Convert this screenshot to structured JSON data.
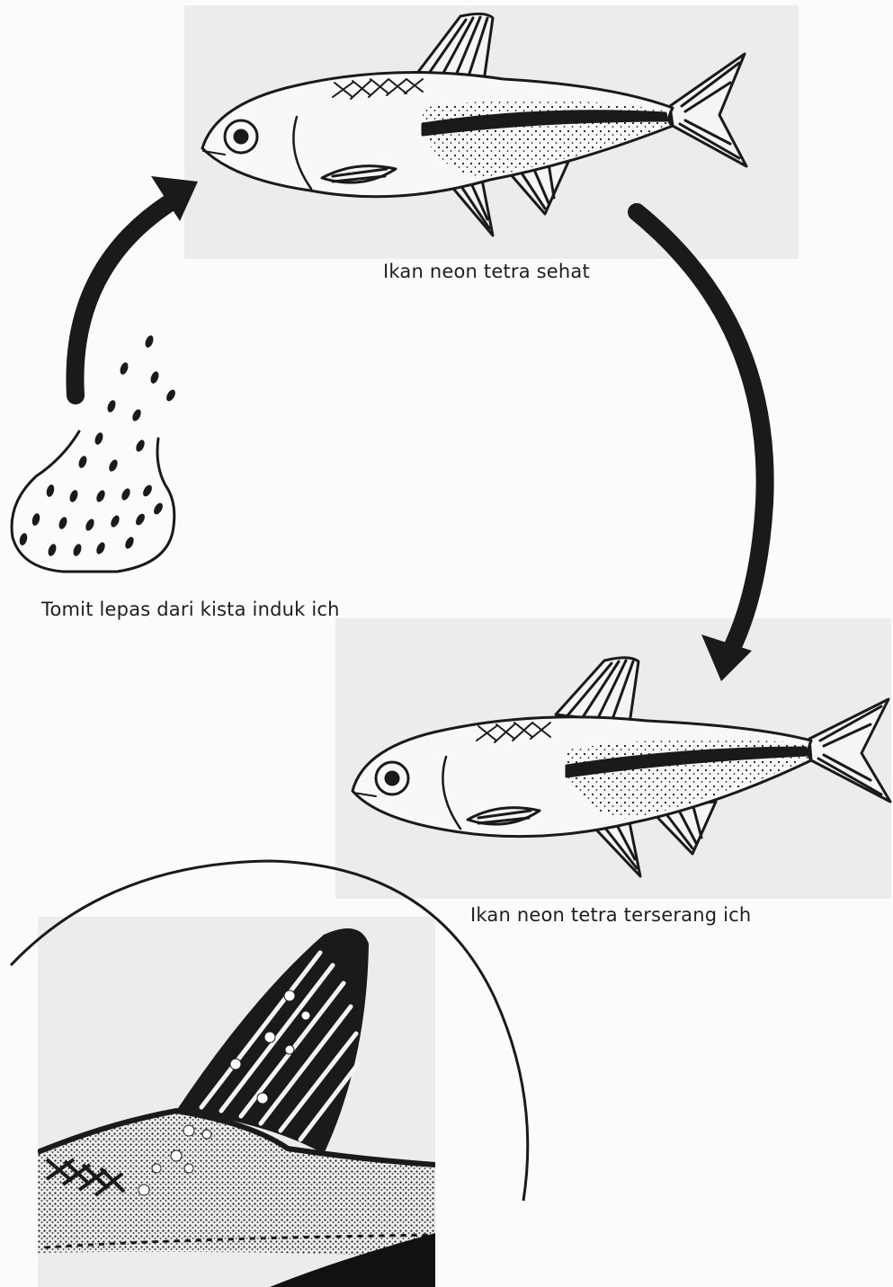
{
  "diagram": {
    "nodes": [
      {
        "id": "healthy",
        "label": "Ikan neon tetra sehat"
      },
      {
        "id": "infected",
        "label": "Ikan neon tetra terserang ich"
      },
      {
        "id": "tomites",
        "label": "Tomit lepas dari kista induk ich"
      }
    ],
    "edges": [
      {
        "from": "healthy",
        "to": "infected"
      },
      {
        "from": "tomites",
        "to": "healthy"
      }
    ],
    "inset": {
      "shows": "dorsal fin with white ich spots",
      "of": "infected"
    }
  },
  "colors": {
    "ink": "#1a1a1a",
    "panel": "#ececec",
    "background": "#fbfbfb",
    "ich_spot": "#ffffff"
  }
}
